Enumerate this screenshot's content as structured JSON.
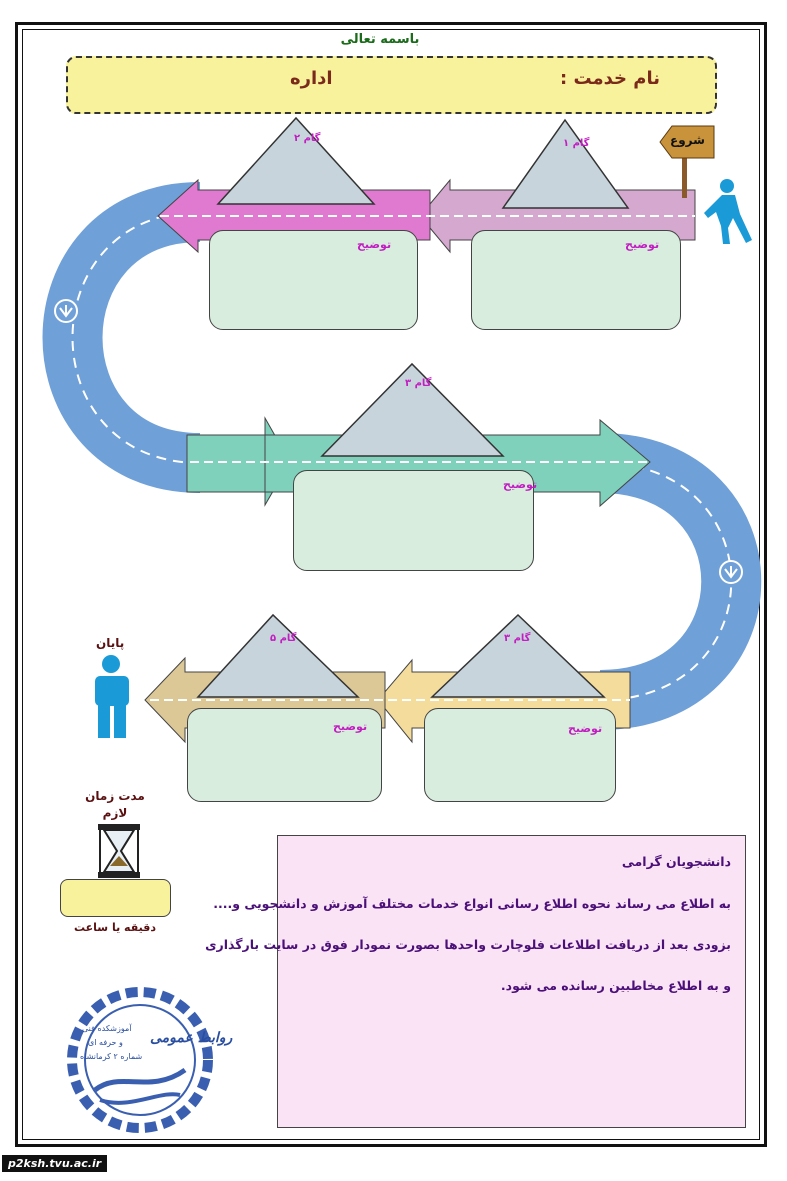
{
  "header": {
    "bismillah": "باسمه تعالی",
    "service_label": "نام خدمت :",
    "service_value": "اداره"
  },
  "start_sign": "شروع",
  "end_label": "پایان",
  "steps": [
    {
      "label": "گام ۱",
      "desc": "توضیح"
    },
    {
      "label": "گام ۲",
      "desc": "توضیح"
    },
    {
      "label": "گام ۳",
      "desc": "توضیح"
    },
    {
      "label": "گام ۳",
      "desc": "توضیح"
    },
    {
      "label": "گام ۵",
      "desc": "توضیح"
    }
  ],
  "duration": {
    "label_line1": "مدت زمان",
    "label_line2": "لازم",
    "unit": "دقیقه یا ساعت"
  },
  "notice": {
    "greeting": "دانشجویان گرامی",
    "line1": "به اطلاع می رساند نحوه اطلاع رسانی انواع خدمات مختلف آموزش و دانشجویی و....",
    "line2": "بزودی بعد از دریافت اطلاعات فلوچارت واحدها بصورت نمودار فوق  در سایت بارگذاری",
    "line3": "و به اطلاع مخاطبین رسانده می شود."
  },
  "logo": {
    "text_main": "روابط عمومی",
    "text_sub1": "آموزشکده فنی",
    "text_sub2": "و حرفه ای",
    "text_sub3": "شماره ۲ کرمانشاه"
  },
  "footer_url": "p2ksh.tvu.ac.ir",
  "colors": {
    "road_blue": "#6fa0d8",
    "row1_arrow_left": "#e07ad0",
    "row1_arrow_right": "#d4a8cf",
    "row2_arrow": "#7fd1bb",
    "row3_arrow_left": "#dcc896",
    "row3_arrow_right": "#f4dc9c",
    "triangle": "#c8d4dc",
    "box_fill": "#d8eddd",
    "title_fill": "#f9f29c",
    "notice_fill": "#fbe3f6"
  }
}
